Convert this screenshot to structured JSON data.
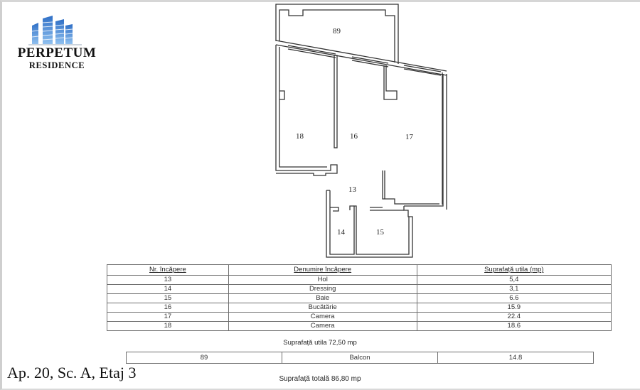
{
  "logo": {
    "title": "PERPETUM",
    "subtitle": "RESIDENCE",
    "icon": "buildings-icon",
    "color": "#3f86d6"
  },
  "floor_plan": {
    "rooms": [
      {
        "id": "89",
        "label": "89"
      },
      {
        "id": "18",
        "label": "18"
      },
      {
        "id": "16",
        "label": "16"
      },
      {
        "id": "17",
        "label": "17"
      },
      {
        "id": "13",
        "label": "13"
      },
      {
        "id": "14",
        "label": "14"
      },
      {
        "id": "15",
        "label": "15"
      }
    ]
  },
  "rooms_table": {
    "headers": [
      "Nr. încăpere",
      "Denumire încăpere",
      "Suprafață utila (mp)"
    ],
    "rows": [
      [
        "13",
        "Hol",
        "5,4"
      ],
      [
        "14",
        "Dressing",
        "3,1"
      ],
      [
        "15",
        "Baie",
        "6.6"
      ],
      [
        "16",
        "Bucătărie",
        "15.9"
      ],
      [
        "17",
        "Camera",
        "22.4"
      ],
      [
        "18",
        "Camera",
        "18.6"
      ]
    ]
  },
  "summary": {
    "useful_area": "Suprafață utila 72,50 mp",
    "total_area": "Suprafață totală 86,80 mp"
  },
  "balcony_table": {
    "row": [
      "89",
      "Balcon",
      "14.8"
    ]
  },
  "apartment": {
    "label": "Ap. 20, Sc. A, Etaj 3"
  }
}
